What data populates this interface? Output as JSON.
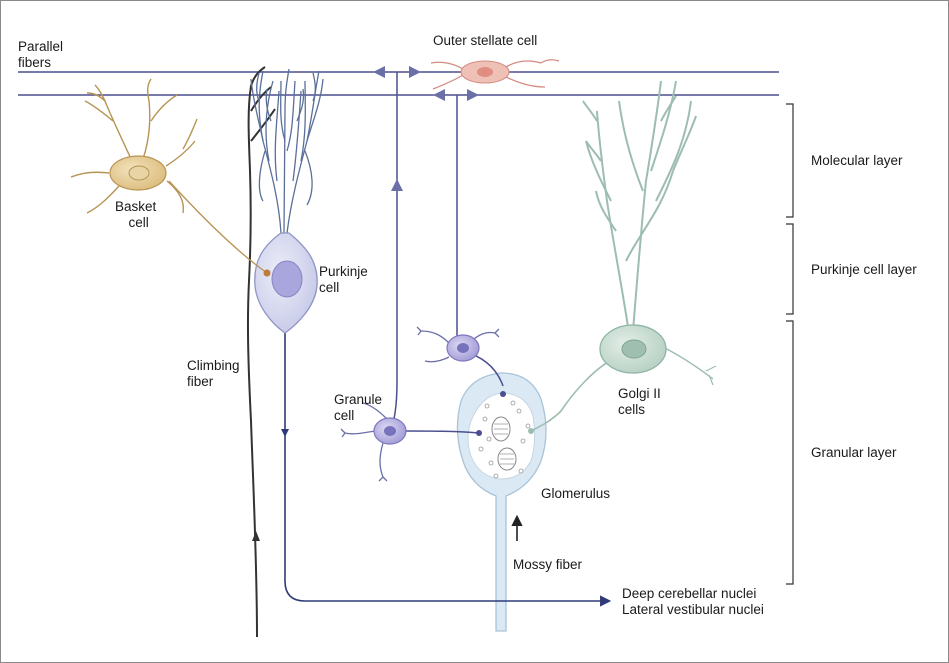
{
  "labels": {
    "parallel_fibers": [
      "Parallel",
      "fibers"
    ],
    "outer_stellate": "Outer stellate cell",
    "basket": [
      "Basket",
      "cell"
    ],
    "purkinje": [
      "Purkinje",
      "cell"
    ],
    "climbing": [
      "Climbing",
      "fiber"
    ],
    "granule": [
      "Granule",
      "cell"
    ],
    "golgi": [
      "Golgi II",
      "cells"
    ],
    "glomerulus": "Glomerulus",
    "mossy": "Mossy fiber",
    "output": [
      "Deep cerebellar nuclei",
      "Lateral vestibular nuclei"
    ]
  },
  "layers": [
    "Molecular layer",
    "Purkinje cell layer",
    "Granular layer"
  ],
  "colors": {
    "fiber": "#4b4f8f",
    "purkinje_fill": "#d7d8f0",
    "purkinje_dendrite": "#5a6f98",
    "basket": "#b89454",
    "basket_fill": "#e6cf9a",
    "stellate_fill": "#e7a49a",
    "golgi": "#8fb5a5",
    "golgi_fill": "#c9ddd2",
    "granule_fill": "#b8b3e0",
    "glomerulus_fill": "#dbe9f4",
    "climbing": "#2b2b2b"
  }
}
